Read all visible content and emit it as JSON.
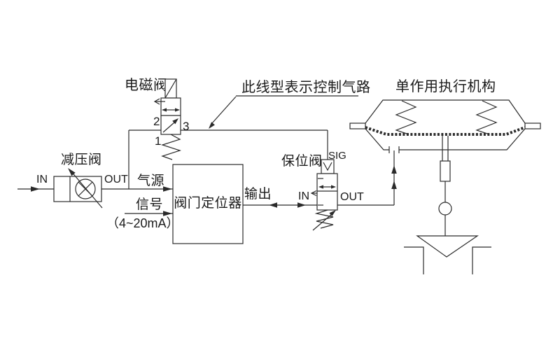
{
  "colors": {
    "background": "#ffffff",
    "line": "#2b2b2b",
    "text": "#1a1a1a"
  },
  "components": {
    "solenoid_valve": {
      "label": "电磁阀",
      "ports": {
        "p2": "2",
        "p1": "1",
        "p3": "3"
      }
    },
    "control_note": {
      "label": "此线型表示控制气路"
    },
    "actuator": {
      "label": "单作用执行机构"
    },
    "reducing_valve": {
      "label": "减压阀",
      "in": "IN",
      "out": "OUT"
    },
    "positioner": {
      "label": "阀门定位器",
      "air_supply": "气源",
      "signal": "信号",
      "signal_range": "（4~20mA）",
      "output": "输出"
    },
    "holding_valve": {
      "label": "保位阀",
      "in": "IN",
      "out": "OUT",
      "sig": "SIG"
    }
  }
}
